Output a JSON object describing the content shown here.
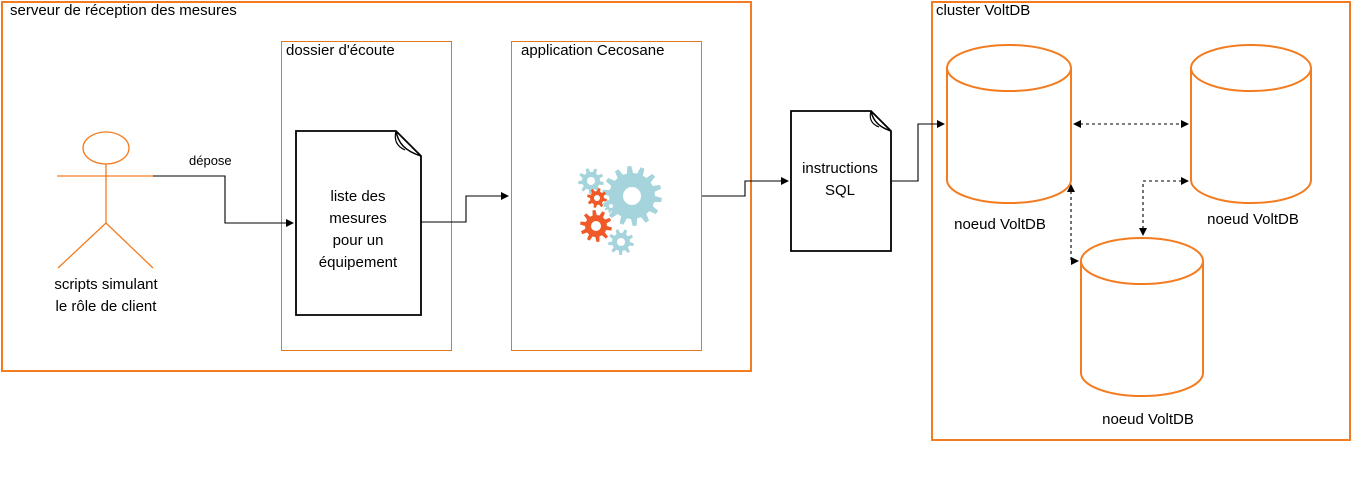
{
  "server": {
    "title": "serveur de réception des mesures",
    "actor_label_line1": "scripts simulant",
    "actor_label_line2": "le rôle de client",
    "edge_label": "dépose",
    "folder": {
      "title": "dossier d'écoute",
      "doc_line1": "liste des",
      "doc_line2": "mesures",
      "doc_line3": "pour un",
      "doc_line4": "équipement"
    },
    "app": {
      "title": "application Cecosane",
      "icon": "gears-icon"
    }
  },
  "sql_doc": {
    "line1": "instructions",
    "line2": "SQL"
  },
  "cluster": {
    "title": "cluster VoltDB",
    "nodes": [
      "noeud VoltDB",
      "noeud VoltDB",
      "noeud VoltDB"
    ]
  },
  "colors": {
    "orange": "#f47c20",
    "gear_blue": "#a5d4dc",
    "gear_red": "#f05a28"
  }
}
